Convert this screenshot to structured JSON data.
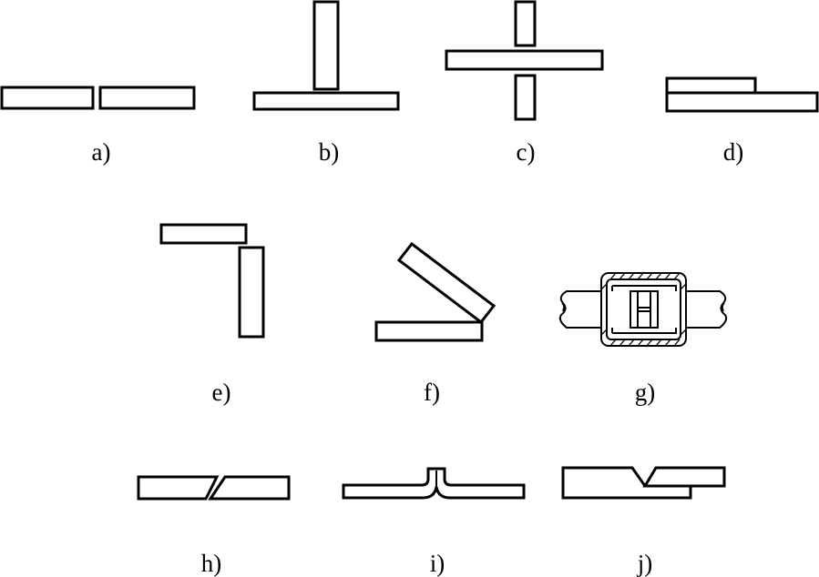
{
  "figure": {
    "labels": {
      "a": "a)",
      "b": "b)",
      "c": "c)",
      "d": "d)",
      "e": "e)",
      "f": "f)",
      "g": "g)",
      "h": "h)",
      "i": "i)",
      "j": "j)"
    }
  }
}
